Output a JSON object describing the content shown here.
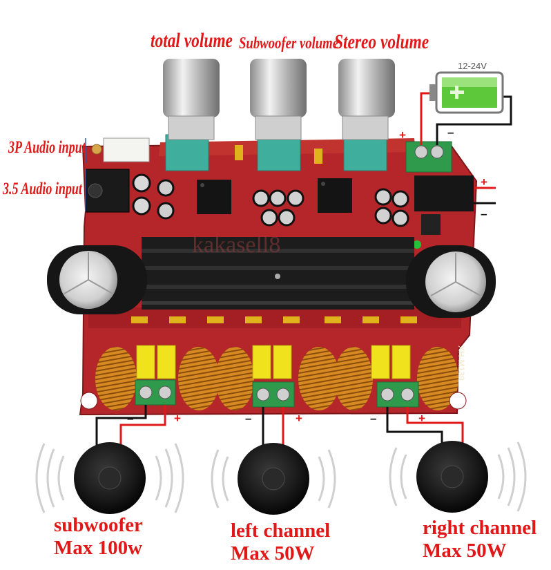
{
  "knob_labels": {
    "total": "total volume",
    "subwoofer": "Subwoofer volume",
    "stereo": "Stereo volume"
  },
  "input_labels": {
    "three_pin": "3P Audio input",
    "jack": "3.5 Audio input"
  },
  "battery": {
    "voltage": "12-24V",
    "plus_sign": "+"
  },
  "polarity": {
    "plus": "+",
    "minus": "–"
  },
  "watermark": "kakasell8",
  "board_model": "XH-M139",
  "speakers": [
    {
      "name": "subwoofer",
      "power": "Max 100w"
    },
    {
      "name": "left channel",
      "power": "Max 50W"
    },
    {
      "name": "right channel",
      "power": "Max 50W"
    }
  ],
  "colors": {
    "label_red": "#e01818",
    "pcb": "#b4262a",
    "heatsink": "#1c1c1c",
    "terminal": "#2f9a4c",
    "pot": "#3fae9c",
    "battery_green": "#5cc83a"
  }
}
